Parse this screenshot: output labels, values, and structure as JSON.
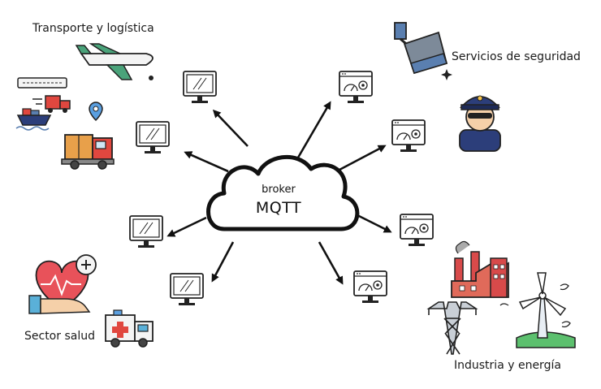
{
  "broker": {
    "line1": "broker",
    "line2": "MQTT"
  },
  "sectors": {
    "transport": "Transporte y logística",
    "security": "Servicios de seguridad",
    "health": "Sector salud",
    "industry": "Industria y energía"
  },
  "icons": {
    "broker": "cloud-icon",
    "left_clients": [
      "monitor-icon",
      "monitor-icon",
      "monitor-icon",
      "monitor-icon"
    ],
    "right_clients": [
      "dashboard-monitor-icon",
      "dashboard-monitor-icon",
      "dashboard-monitor-icon",
      "dashboard-monitor-icon"
    ],
    "transport": [
      "airplane-icon",
      "train-icon",
      "delivery-truck-icon",
      "cargo-ship-icon",
      "location-truck-icon"
    ],
    "security": [
      "security-camera-icon",
      "police-officer-icon"
    ],
    "health": [
      "heart-hand-icon",
      "ambulance-icon"
    ],
    "industry": [
      "factory-icon",
      "power-tower-icon",
      "wind-turbine-icon"
    ]
  },
  "colors": {
    "outline": "#1a1a1a",
    "heart": "#e8525a",
    "plane_green": "#4aa37a",
    "truck_red": "#e0473f",
    "box_orange": "#e8a04a",
    "police_blue": "#2c3e7a",
    "camera_blue": "#5a7fb0",
    "grass_green": "#5cc06e",
    "factory_red": "#d84a4a",
    "tower_gray": "#7d8a99"
  }
}
